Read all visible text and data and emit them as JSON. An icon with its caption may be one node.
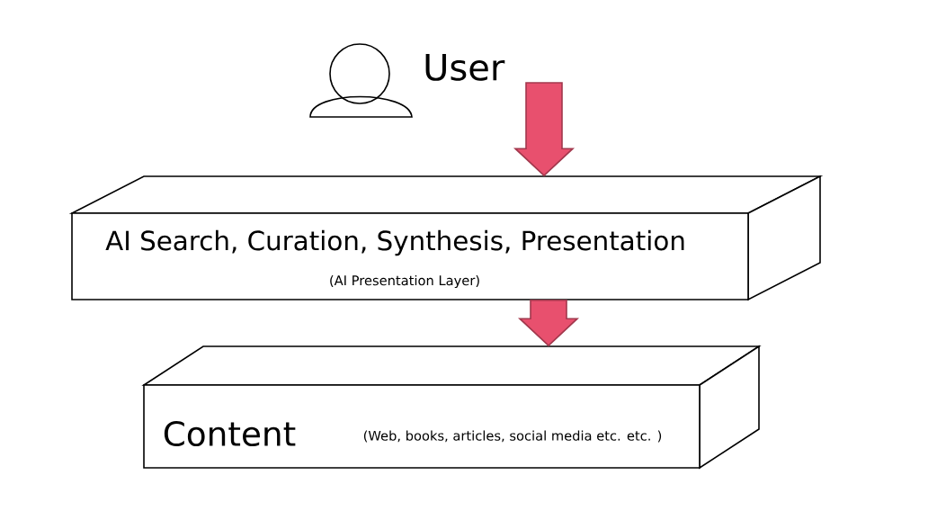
{
  "diagram": {
    "nodes": [
      {
        "text": [],
        "shape": "person"
      },
      {
        "text": [
          "User"
        ]
      },
      {
        "text": [
          "AI Search, Curation, Synthesis, Presentation",
          "(AI Presentation Layer)"
        ]
      },
      {
        "text": [
          "Content",
          "(Web, books, articles, social media etc. etc. )"
        ]
      }
    ],
    "edges": [
      {
        "from": 1,
        "to": 2,
        "arrow": "to"
      },
      {
        "from": 2,
        "to": 3,
        "arrow": "to"
      }
    ]
  }
}
